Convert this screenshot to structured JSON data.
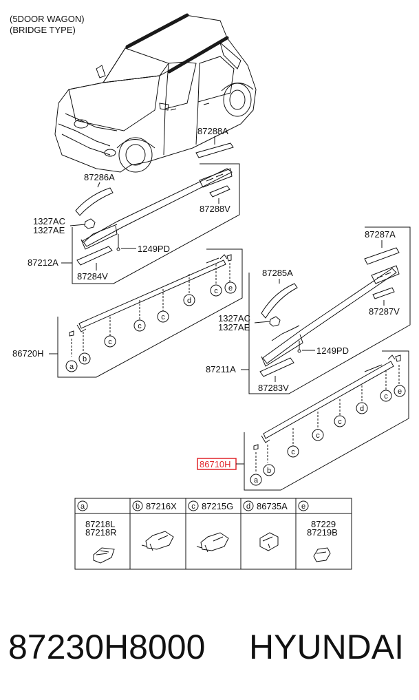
{
  "header": {
    "line1": "(5DOOR WAGON)",
    "line2": "(BRIDGE TYPE)"
  },
  "parts": {
    "p87288A": "87288A",
    "p87286A": "87286A",
    "p87288V": "87288V",
    "p1327AC_left": "1327AC",
    "p1327AE_left": "1327AE",
    "p1249PD_left": "1249PD",
    "p87212A": "87212A",
    "p87284V": "87284V",
    "p86720H": "86720H",
    "p87287A": "87287A",
    "p87285A": "87285A",
    "p87287V": "87287V",
    "p1327AC_right": "1327AC",
    "p1327AE_right": "1327AE",
    "p1249PD_right": "1249PD",
    "p87211A": "87211A",
    "p87283V": "87283V",
    "p86710H": "86710H"
  },
  "callouts": {
    "a": "a",
    "b": "b",
    "c": "c",
    "d": "d",
    "e": "e"
  },
  "legend_table": {
    "headers": [
      {
        "key": "a",
        "part": ""
      },
      {
        "key": "b",
        "part": "87216X"
      },
      {
        "key": "c",
        "part": "87215G"
      },
      {
        "key": "d",
        "part": "86735A"
      },
      {
        "key": "e",
        "part": ""
      }
    ],
    "cells": [
      {
        "line1": "87218L",
        "line2": "87218R"
      },
      {
        "line1": "",
        "line2": ""
      },
      {
        "line1": "",
        "line2": ""
      },
      {
        "line1": "",
        "line2": ""
      },
      {
        "line1": "87229",
        "line2": "87219B"
      }
    ]
  },
  "footer": {
    "part_number": "87230H8000",
    "brand": "HYUNDAI"
  },
  "colors": {
    "highlight": "#e0262b",
    "ink": "#111111",
    "roof_rail": "#1a1a1a"
  }
}
